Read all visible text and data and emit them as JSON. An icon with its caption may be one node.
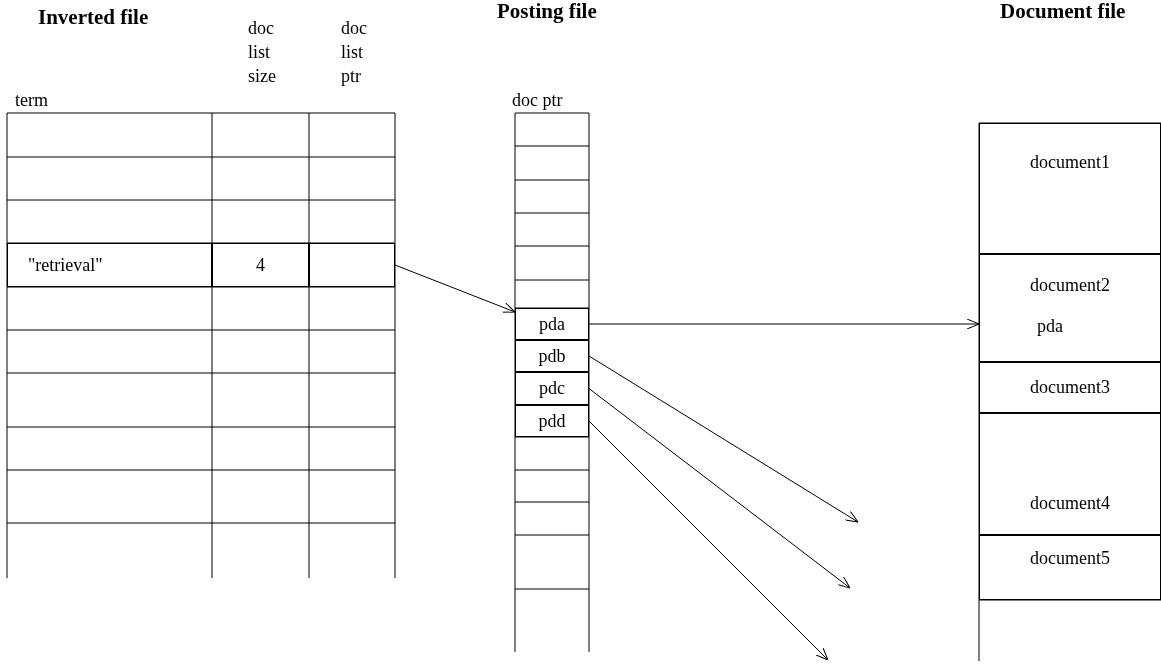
{
  "diagram": {
    "nodes": [
      {
        "text": [
          "\"retrieval\""
        ]
      },
      {
        "text": [
          "4"
        ]
      },
      {
        "text": [],
        "shape": "box"
      },
      {
        "text": [
          "pda"
        ]
      },
      {
        "text": [
          "pdb"
        ]
      },
      {
        "text": [
          "pdc"
        ]
      },
      {
        "text": [
          "pdd"
        ]
      },
      {
        "text": [
          "document1"
        ]
      },
      {
        "text": [
          "document2",
          "pda"
        ]
      },
      {
        "text": [
          "document3"
        ]
      },
      {
        "text": [
          "document4"
        ]
      },
      {
        "text": [
          "document5"
        ]
      }
    ],
    "edges": [
      {
        "from": 2,
        "to": 3,
        "arrow": "to"
      },
      {
        "from": 3,
        "to": 8,
        "arrow": "to"
      },
      {
        "from": 4,
        "to": null,
        "arrow": "to"
      },
      {
        "from": 5,
        "to": null,
        "arrow": "to"
      },
      {
        "from": 6,
        "to": null,
        "arrow": "to"
      }
    ],
    "labels": [
      "Inverted file",
      "doc list size",
      "doc list ptr",
      "Posting file",
      "Document file",
      "term",
      "doc ptr"
    ]
  }
}
